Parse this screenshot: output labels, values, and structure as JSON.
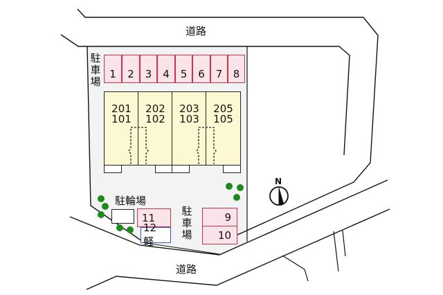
{
  "map": {
    "roads": [
      {
        "id": "north-road",
        "label": "道路"
      },
      {
        "id": "south-road",
        "label": "道路"
      }
    ],
    "parking_labels": {
      "north": [
        "駐",
        "車",
        "場"
      ],
      "south": [
        "駐",
        "車",
        "場"
      ]
    },
    "bicycle_parking_label": "駐輪場",
    "parking_spaces_north": [
      "1",
      "2",
      "3",
      "4",
      "5",
      "6",
      "7",
      "8"
    ],
    "parking_spaces_south": [
      "9",
      "10"
    ],
    "parking_spaces_southwest": [
      {
        "label": "11",
        "type": "standard"
      },
      {
        "label": "12軽",
        "type": "kei"
      }
    ],
    "building_units": [
      {
        "upper": "201",
        "lower": "101"
      },
      {
        "upper": "202",
        "lower": "102"
      },
      {
        "upper": "203",
        "lower": "103"
      },
      {
        "upper": "205",
        "lower": "105"
      }
    ],
    "compass": {
      "label": "N",
      "icon": "north-arrow-icon"
    },
    "colors": {
      "lot_fill": "#f3f3f3",
      "parking_fill": "#fbe3ea",
      "parking_border": "#c8344c",
      "kei_border": "#3b56b8",
      "building_fill": "#fcf8d2",
      "tree": "#1e8a1e"
    }
  }
}
